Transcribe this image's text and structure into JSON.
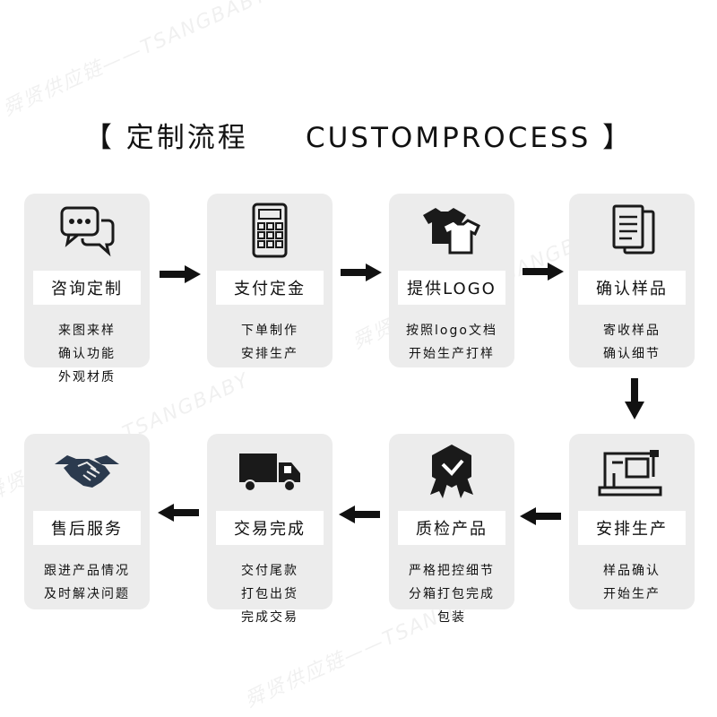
{
  "header": {
    "title": "【 定制流程     CUSTOMPROCESS 】"
  },
  "watermark": "舜贤供应链——TSANGBABY",
  "colors": {
    "card_bg": "#ececec",
    "label_bg": "#ffffff",
    "icon": "#1a1a1a"
  },
  "steps": [
    {
      "label": "咨询定制",
      "icon": "chat-bubbles-icon",
      "desc": [
        "来图来样",
        "确认功能",
        "外观材质"
      ]
    },
    {
      "label": "支付定金",
      "icon": "calculator-icon",
      "desc": [
        "下单制作",
        "安排生产"
      ]
    },
    {
      "label": "提供LOGO",
      "icon": "t-shirts-icon",
      "desc": [
        "按照logo文档",
        "开始生产打样"
      ]
    },
    {
      "label": "确认样品",
      "icon": "documents-icon",
      "desc": [
        "寄收样品",
        "确认细节"
      ]
    },
    {
      "label": "安排生产",
      "icon": "sewing-machine-icon",
      "desc": [
        "样品确认",
        "开始生产"
      ]
    },
    {
      "label": "质检产品",
      "icon": "quality-badge-icon",
      "desc": [
        "严格把控细节",
        "分箱打包完成",
        "包装"
      ]
    },
    {
      "label": "交易完成",
      "icon": "delivery-truck-icon",
      "desc": [
        "交付尾款",
        "打包出货",
        "完成交易"
      ]
    },
    {
      "label": "售后服务",
      "icon": "handshake-icon",
      "desc": [
        "跟进产品情况",
        "及时解决问题"
      ]
    }
  ]
}
